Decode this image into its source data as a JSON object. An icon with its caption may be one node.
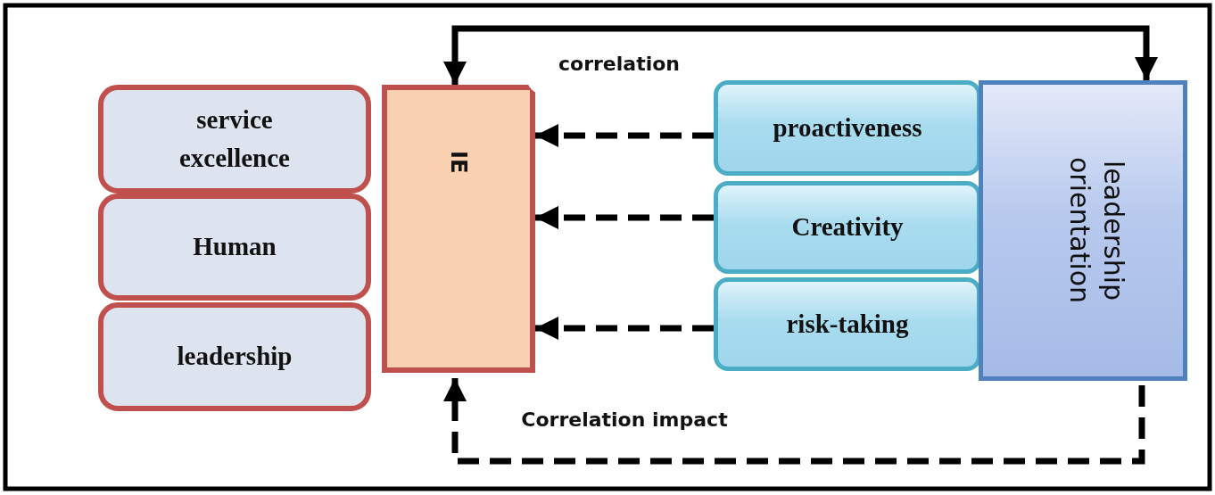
{
  "diagram": {
    "nodes": [
      {
        "text": [
          "service excellence"
        ]
      },
      {
        "text": [
          "Human"
        ]
      },
      {
        "text": [
          "leadership"
        ]
      },
      {
        "text": [
          "IE"
        ]
      },
      {
        "text": [
          "proactiveness"
        ]
      },
      {
        "text": [
          "Creativity"
        ]
      },
      {
        "text": [
          "risk-taking"
        ]
      },
      {
        "text": [
          "leadership orientation"
        ]
      }
    ],
    "edges": [
      {
        "from": 7,
        "to": 3,
        "arrow": "both",
        "label": "correlation"
      },
      {
        "from": 4,
        "to": 3,
        "arrow": "to",
        "style": "dashed"
      },
      {
        "from": 5,
        "to": 3,
        "arrow": "to",
        "style": "dashed"
      },
      {
        "from": 6,
        "to": 3,
        "arrow": "to",
        "style": "dashed"
      },
      {
        "from": 7,
        "to": 3,
        "arrow": "to",
        "style": "dashed",
        "label": "Correlation impact"
      }
    ]
  }
}
